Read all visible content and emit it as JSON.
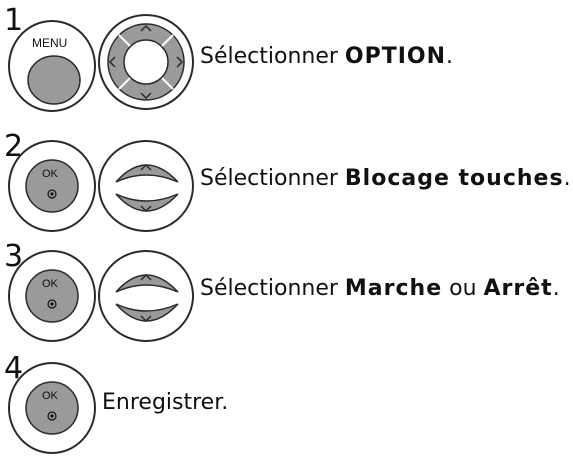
{
  "steps": [
    {
      "number": "1",
      "button_label": "MENU",
      "buttons": [
        "menu-button-icon",
        "nav-4way-icon"
      ],
      "text_prefix": "Sélectionner ",
      "text_bold": "OPTION",
      "text_suffix": "."
    },
    {
      "number": "2",
      "button_label": "OK",
      "buttons": [
        "ok-button-icon",
        "up-down-icon"
      ],
      "text_prefix": "Sélectionner ",
      "text_bold": "Blocage touches",
      "text_suffix": "."
    },
    {
      "number": "3",
      "button_label": "OK",
      "buttons": [
        "ok-button-icon",
        "up-down-icon"
      ],
      "text_prefix": "Sélectionner ",
      "text_bold": "Marche",
      "text_mid": " ou ",
      "text_bold2": "Arrêt",
      "text_suffix": "."
    },
    {
      "number": "4",
      "button_label": "OK",
      "buttons": [
        "ok-button-icon"
      ],
      "text_prefix": "Enregistrer."
    }
  ],
  "colors": {
    "button_gray": "#9a9a9a",
    "outline": "#2a2a2a"
  }
}
